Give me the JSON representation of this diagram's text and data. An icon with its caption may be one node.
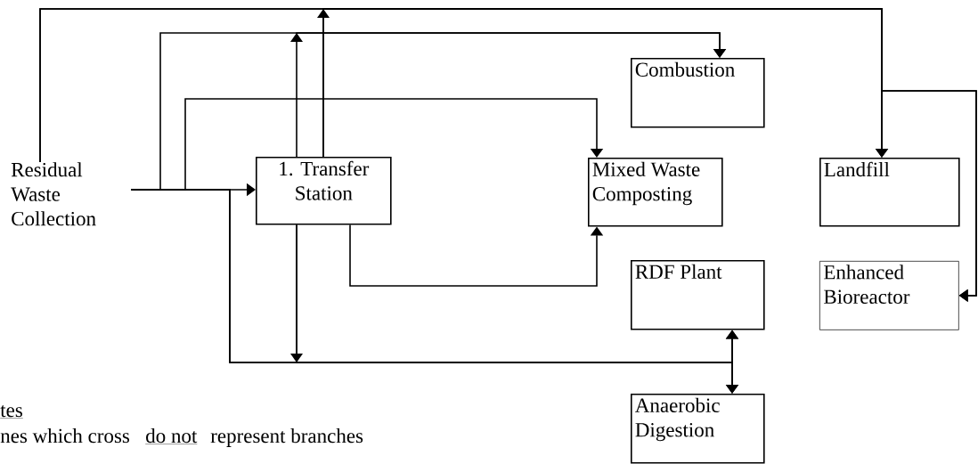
{
  "diagram": {
    "nodes": [
      {
        "text": [
          "Residual Waste Collection"
        ]
      },
      {
        "text": [
          "1. Transfer Station"
        ]
      },
      {
        "text": [
          "Combustion"
        ]
      },
      {
        "text": [
          "Mixed Waste Composting"
        ]
      },
      {
        "text": [
          "Landfill"
        ]
      },
      {
        "text": [
          "RDF Plant"
        ]
      },
      {
        "text": [
          "Enhanced Bioreactor"
        ]
      },
      {
        "text": [
          "Anaerobic Digestion"
        ]
      }
    ],
    "edges": [
      {
        "from": 0,
        "to": 1,
        "arrow": "to"
      },
      {
        "from": 0,
        "to": 2,
        "arrow": "to"
      },
      {
        "from": 1,
        "to": 2,
        "arrow": "to"
      },
      {
        "from": 0,
        "to": 3,
        "arrow": "to"
      },
      {
        "from": 1,
        "to": 3,
        "arrow": "to"
      },
      {
        "from": 0,
        "to": 4,
        "arrow": "to"
      },
      {
        "from": 0,
        "to": 6,
        "arrow": "to"
      },
      {
        "from": 1,
        "to": 4,
        "arrow": "to"
      },
      {
        "from": 1,
        "to": 6,
        "arrow": "to"
      },
      {
        "from": 0,
        "to": 5,
        "arrow": "to"
      },
      {
        "from": 0,
        "to": 7,
        "arrow": "to"
      },
      {
        "from": 1,
        "to": 5,
        "arrow": "to"
      },
      {
        "from": 1,
        "to": 7,
        "arrow": "to"
      }
    ],
    "labels": [
      "tes",
      "nes which cross",
      "do not",
      "represent branches"
    ]
  }
}
